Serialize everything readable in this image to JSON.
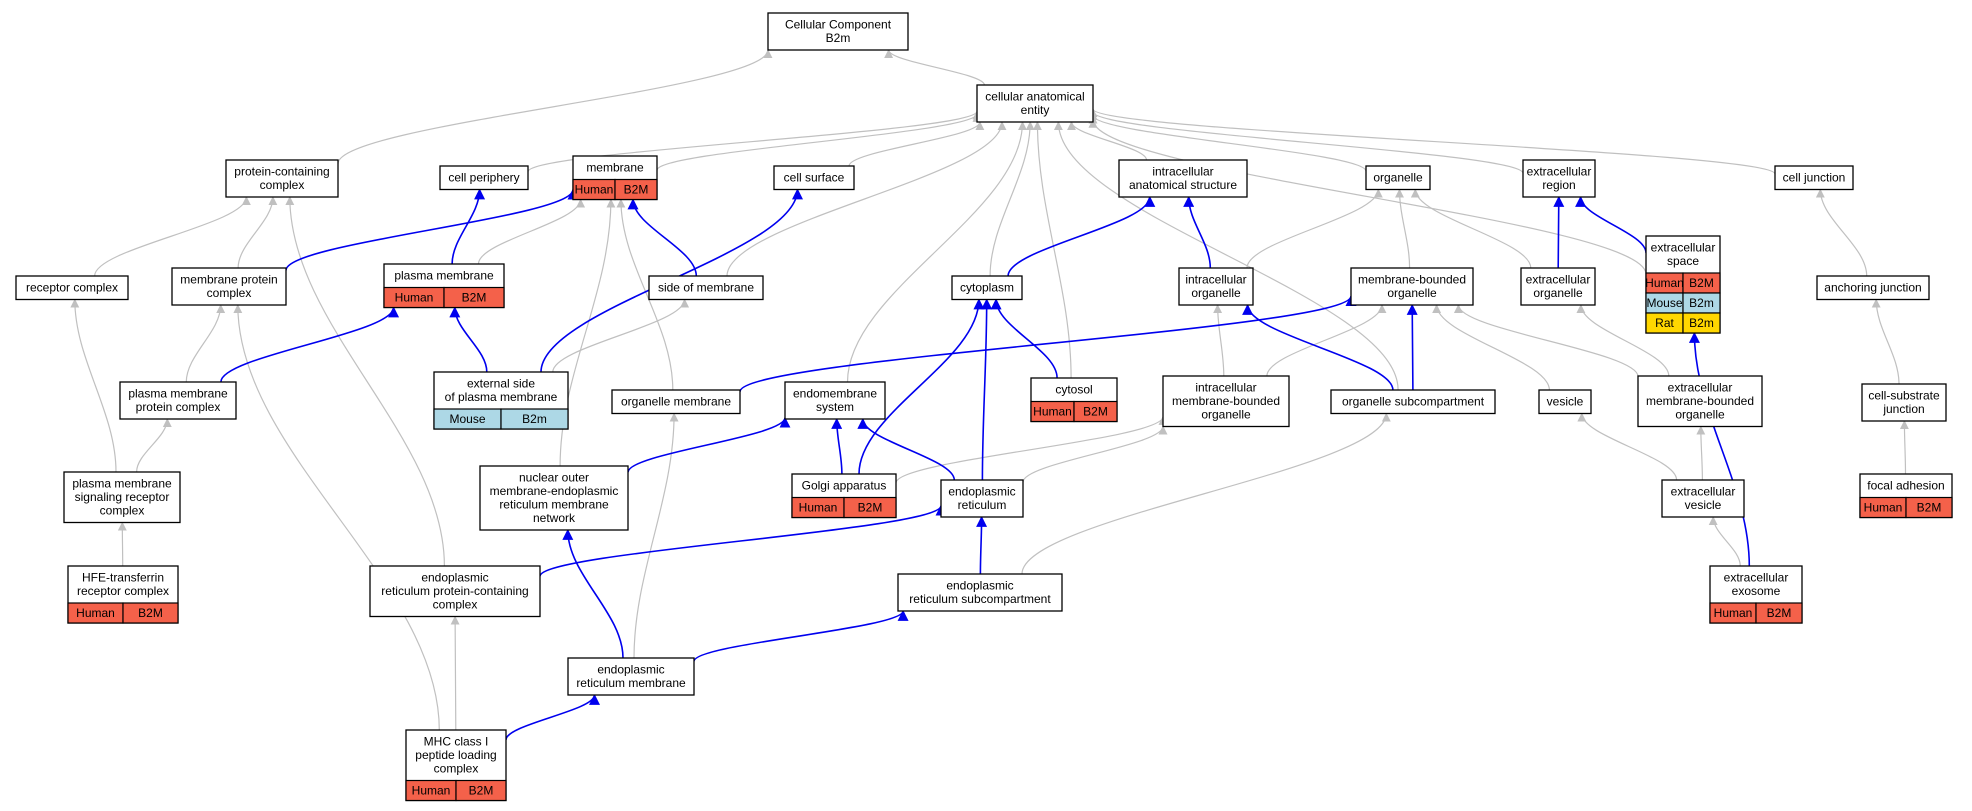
{
  "colors": {
    "Human": "#f4614a",
    "Mouse": "#add8e6",
    "Rat": "#ffd700",
    "edge_is_a": "#c0c0c0",
    "edge_part_of": "#0000ee"
  },
  "nodes": [
    {
      "id": "cc",
      "lines": [
        "Cellular Component",
        "B2m"
      ],
      "species": []
    },
    {
      "id": "cae",
      "lines": [
        "cellular anatomical",
        "entity"
      ],
      "species": []
    },
    {
      "id": "pcc",
      "lines": [
        "protein-containing",
        "complex"
      ],
      "species": []
    },
    {
      "id": "cperiph",
      "lines": [
        "cell periphery"
      ],
      "species": []
    },
    {
      "id": "membrane",
      "lines": [
        "membrane"
      ],
      "species": [
        [
          "Human",
          "B2M"
        ]
      ]
    },
    {
      "id": "csurf",
      "lines": [
        "cell surface"
      ],
      "species": []
    },
    {
      "id": "ias",
      "lines": [
        "intracellular",
        "anatomical structure"
      ],
      "species": []
    },
    {
      "id": "organelle",
      "lines": [
        "organelle"
      ],
      "species": []
    },
    {
      "id": "ecr",
      "lines": [
        "extracellular",
        "region"
      ],
      "species": []
    },
    {
      "id": "cjunc",
      "lines": [
        "cell junction"
      ],
      "species": []
    },
    {
      "id": "rcomplex",
      "lines": [
        "receptor complex"
      ],
      "species": []
    },
    {
      "id": "mpc",
      "lines": [
        "membrane protein",
        "complex"
      ],
      "species": []
    },
    {
      "id": "pm",
      "lines": [
        "plasma membrane"
      ],
      "species": [
        [
          "Human",
          "B2M"
        ]
      ]
    },
    {
      "id": "som",
      "lines": [
        "side of membrane"
      ],
      "species": []
    },
    {
      "id": "cyto",
      "lines": [
        "cytoplasm"
      ],
      "species": []
    },
    {
      "id": "io",
      "lines": [
        "intracellular",
        "organelle"
      ],
      "species": []
    },
    {
      "id": "mbo",
      "lines": [
        "membrane-bounded",
        "organelle"
      ],
      "species": []
    },
    {
      "id": "eco",
      "lines": [
        "extracellular",
        "organelle"
      ],
      "species": []
    },
    {
      "id": "ecs",
      "lines": [
        "extracellular",
        "space"
      ],
      "species": [
        [
          "Human",
          "B2M"
        ],
        [
          "Mouse",
          "B2m"
        ],
        [
          "Rat",
          "B2m"
        ]
      ]
    },
    {
      "id": "ajunc",
      "lines": [
        "anchoring junction"
      ],
      "species": []
    },
    {
      "id": "pmpc",
      "lines": [
        "plasma membrane",
        "protein complex"
      ],
      "species": []
    },
    {
      "id": "esopm",
      "lines": [
        "external side",
        "of plasma membrane"
      ],
      "species": [
        [
          "Mouse",
          "B2m"
        ]
      ]
    },
    {
      "id": "om",
      "lines": [
        "organelle membrane"
      ],
      "species": []
    },
    {
      "id": "ems",
      "lines": [
        "endomembrane",
        "system"
      ],
      "species": []
    },
    {
      "id": "cytosol",
      "lines": [
        "cytosol"
      ],
      "species": [
        [
          "Human",
          "B2M"
        ]
      ]
    },
    {
      "id": "imbo",
      "lines": [
        "intracellular",
        "membrane-bounded",
        "organelle"
      ],
      "species": []
    },
    {
      "id": "osc",
      "lines": [
        "organelle subcompartment"
      ],
      "species": []
    },
    {
      "id": "vesicle",
      "lines": [
        "vesicle"
      ],
      "species": []
    },
    {
      "id": "embo",
      "lines": [
        "extracellular",
        "membrane-bounded",
        "organelle"
      ],
      "species": []
    },
    {
      "id": "csj",
      "lines": [
        "cell-substrate",
        "junction"
      ],
      "species": []
    },
    {
      "id": "pmsrc",
      "lines": [
        "plasma membrane",
        "signaling receptor",
        "complex"
      ],
      "species": []
    },
    {
      "id": "nom",
      "lines": [
        "nuclear outer",
        "membrane-endoplasmic",
        "reticulum membrane",
        "network"
      ],
      "species": []
    },
    {
      "id": "golgi",
      "lines": [
        "Golgi apparatus"
      ],
      "species": [
        [
          "Human",
          "B2M"
        ]
      ]
    },
    {
      "id": "er",
      "lines": [
        "endoplasmic",
        "reticulum"
      ],
      "species": []
    },
    {
      "id": "ecv",
      "lines": [
        "extracellular",
        "vesicle"
      ],
      "species": []
    },
    {
      "id": "fa",
      "lines": [
        "focal adhesion"
      ],
      "species": [
        [
          "Human",
          "B2M"
        ]
      ]
    },
    {
      "id": "hfe",
      "lines": [
        "HFE-transferrin",
        "receptor complex"
      ],
      "species": [
        [
          "Human",
          "B2M"
        ]
      ]
    },
    {
      "id": "erpcc",
      "lines": [
        "endoplasmic",
        "reticulum protein-containing",
        "complex"
      ],
      "species": []
    },
    {
      "id": "ersc",
      "lines": [
        "endoplasmic",
        "reticulum subcompartment"
      ],
      "species": []
    },
    {
      "id": "ecx",
      "lines": [
        "extracellular",
        "exosome"
      ],
      "species": [
        [
          "Human",
          "B2M"
        ]
      ]
    },
    {
      "id": "erm",
      "lines": [
        "endoplasmic",
        "reticulum membrane"
      ],
      "species": []
    },
    {
      "id": "mhc",
      "lines": [
        "MHC class I",
        "peptide loading",
        "complex"
      ],
      "species": [
        [
          "Human",
          "B2M"
        ]
      ]
    }
  ],
  "edges": [
    {
      "from": "cae",
      "to": "cc",
      "type": "is_a"
    },
    {
      "from": "pcc",
      "to": "cc",
      "type": "is_a"
    },
    {
      "from": "cperiph",
      "to": "cae",
      "type": "is_a"
    },
    {
      "from": "membrane",
      "to": "cae",
      "type": "is_a"
    },
    {
      "from": "csurf",
      "to": "cae",
      "type": "is_a"
    },
    {
      "from": "ias",
      "to": "cae",
      "type": "is_a"
    },
    {
      "from": "organelle",
      "to": "cae",
      "type": "is_a"
    },
    {
      "from": "ecr",
      "to": "cae",
      "type": "is_a"
    },
    {
      "from": "cjunc",
      "to": "cae",
      "type": "is_a"
    },
    {
      "from": "ecs",
      "to": "cae",
      "type": "is_a"
    },
    {
      "from": "som",
      "to": "cae",
      "type": "is_a"
    },
    {
      "from": "cyto",
      "to": "cae",
      "type": "is_a"
    },
    {
      "from": "cytosol",
      "to": "cae",
      "type": "is_a"
    },
    {
      "from": "ems",
      "to": "cae",
      "type": "is_a"
    },
    {
      "from": "osc",
      "to": "cae",
      "type": "is_a"
    },
    {
      "from": "rcomplex",
      "to": "pcc",
      "type": "is_a"
    },
    {
      "from": "mpc",
      "to": "pcc",
      "type": "is_a"
    },
    {
      "from": "erpcc",
      "to": "pcc",
      "type": "is_a"
    },
    {
      "from": "pm",
      "to": "membrane",
      "type": "is_a"
    },
    {
      "from": "om",
      "to": "membrane",
      "type": "is_a"
    },
    {
      "from": "nom",
      "to": "membrane",
      "type": "is_a"
    },
    {
      "from": "io",
      "to": "organelle",
      "type": "is_a"
    },
    {
      "from": "mbo",
      "to": "organelle",
      "type": "is_a"
    },
    {
      "from": "eco",
      "to": "organelle",
      "type": "is_a"
    },
    {
      "from": "ajunc",
      "to": "cjunc",
      "type": "is_a"
    },
    {
      "from": "pmpc",
      "to": "mpc",
      "type": "is_a"
    },
    {
      "from": "mhc",
      "to": "mpc",
      "type": "is_a"
    },
    {
      "from": "esopm",
      "to": "som",
      "type": "is_a"
    },
    {
      "from": "imbo",
      "to": "io",
      "type": "is_a"
    },
    {
      "from": "imbo",
      "to": "mbo",
      "type": "is_a"
    },
    {
      "from": "vesicle",
      "to": "mbo",
      "type": "is_a"
    },
    {
      "from": "embo",
      "to": "mbo",
      "type": "is_a"
    },
    {
      "from": "embo",
      "to": "eco",
      "type": "is_a"
    },
    {
      "from": "csj",
      "to": "ajunc",
      "type": "is_a"
    },
    {
      "from": "pmsrc",
      "to": "rcomplex",
      "type": "is_a"
    },
    {
      "from": "pmsrc",
      "to": "pmpc",
      "type": "is_a"
    },
    {
      "from": "golgi",
      "to": "imbo",
      "type": "is_a"
    },
    {
      "from": "er",
      "to": "imbo",
      "type": "is_a"
    },
    {
      "from": "ecv",
      "to": "vesicle",
      "type": "is_a"
    },
    {
      "from": "ecv",
      "to": "embo",
      "type": "is_a"
    },
    {
      "from": "fa",
      "to": "csj",
      "type": "is_a"
    },
    {
      "from": "hfe",
      "to": "pmsrc",
      "type": "is_a"
    },
    {
      "from": "ersc",
      "to": "osc",
      "type": "is_a"
    },
    {
      "from": "ecx",
      "to": "ecv",
      "type": "is_a"
    },
    {
      "from": "erm",
      "to": "om",
      "type": "is_a"
    },
    {
      "from": "mhc",
      "to": "erpcc",
      "type": "is_a"
    },
    {
      "from": "pm",
      "to": "cperiph",
      "type": "part_of"
    },
    {
      "from": "mpc",
      "to": "membrane",
      "type": "part_of"
    },
    {
      "from": "som",
      "to": "membrane",
      "type": "part_of"
    },
    {
      "from": "cyto",
      "to": "ias",
      "type": "part_of"
    },
    {
      "from": "io",
      "to": "ias",
      "type": "part_of"
    },
    {
      "from": "eco",
      "to": "ecr",
      "type": "part_of"
    },
    {
      "from": "ecs",
      "to": "ecr",
      "type": "part_of"
    },
    {
      "from": "pmpc",
      "to": "pm",
      "type": "part_of"
    },
    {
      "from": "esopm",
      "to": "pm",
      "type": "part_of"
    },
    {
      "from": "esopm",
      "to": "csurf",
      "type": "part_of"
    },
    {
      "from": "om",
      "to": "mbo",
      "type": "part_of"
    },
    {
      "from": "osc",
      "to": "io",
      "type": "part_of"
    },
    {
      "from": "osc",
      "to": "mbo",
      "type": "part_of"
    },
    {
      "from": "cytosol",
      "to": "cyto",
      "type": "part_of"
    },
    {
      "from": "golgi",
      "to": "cyto",
      "type": "part_of"
    },
    {
      "from": "er",
      "to": "cyto",
      "type": "part_of"
    },
    {
      "from": "nom",
      "to": "ems",
      "type": "part_of"
    },
    {
      "from": "golgi",
      "to": "ems",
      "type": "part_of"
    },
    {
      "from": "er",
      "to": "ems",
      "type": "part_of"
    },
    {
      "from": "erm",
      "to": "nom",
      "type": "part_of"
    },
    {
      "from": "erpcc",
      "to": "er",
      "type": "part_of"
    },
    {
      "from": "ersc",
      "to": "er",
      "type": "part_of"
    },
    {
      "from": "erm",
      "to": "ersc",
      "type": "part_of"
    },
    {
      "from": "mhc",
      "to": "erm",
      "type": "part_of"
    },
    {
      "from": "ecx",
      "to": "ecs",
      "type": "part_of"
    }
  ]
}
